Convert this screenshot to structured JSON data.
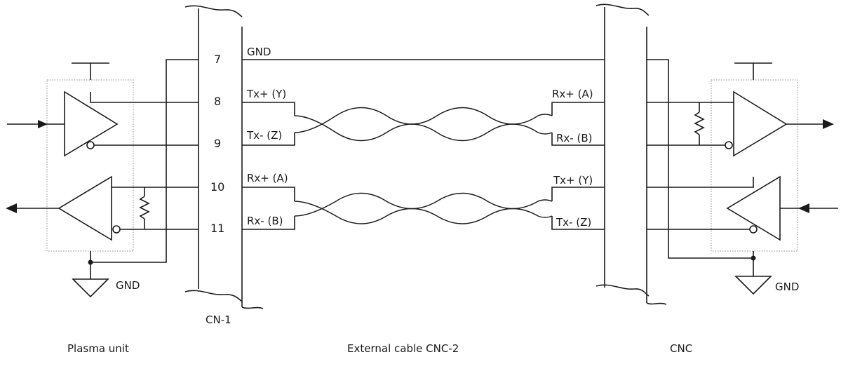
{
  "connector_left": {
    "label": "CN-1",
    "pins": [
      "7",
      "8",
      "9",
      "10",
      "11"
    ],
    "signals": [
      "GND",
      "Tx+ (Y)",
      "Tx- (Z)",
      "Rx+ (A)",
      "Rx- (B)"
    ]
  },
  "connector_right": {
    "signals": [
      "Rx+ (A)",
      "Rx- (B)",
      "Tx+ (Y)",
      "Tx- (Z)"
    ]
  },
  "ground_labels": {
    "left": "GND",
    "right": "GND"
  },
  "captions": {
    "left": "Plasma unit",
    "center": "External cable CNC-2",
    "right": "CNC"
  }
}
